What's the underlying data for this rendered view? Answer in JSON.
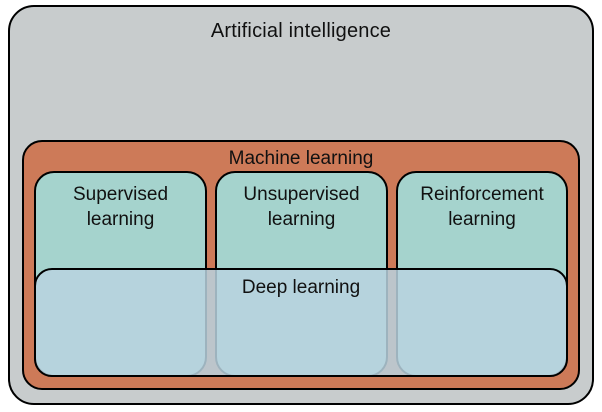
{
  "diagram": {
    "ai": {
      "label": "Artificial intelligence"
    },
    "machine_learning": {
      "label": "Machine learning"
    },
    "branches": [
      {
        "label": "Supervised learning"
      },
      {
        "label": "Unsupervised learning"
      },
      {
        "label": "Reinforcement learning"
      }
    ],
    "deep_learning": {
      "label": "Deep learning"
    }
  },
  "colors": {
    "ai-fill": "#c8cccd",
    "ml-fill": "#cd7a58",
    "branch-fill": "#a5d3cd",
    "deep-fill": "rgba(185, 210, 223, 0.85)",
    "border": "#000000"
  }
}
